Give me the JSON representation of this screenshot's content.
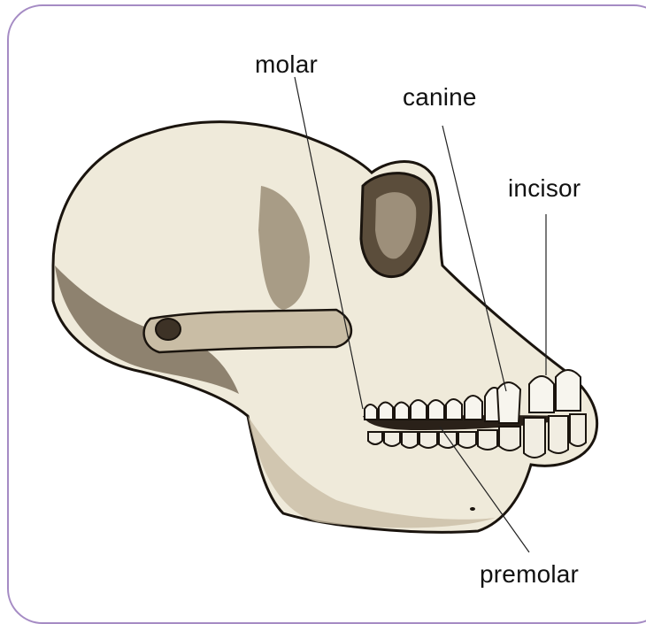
{
  "labels": {
    "molar": "molar",
    "canine": "canine",
    "incisor": "incisor",
    "premolar": "premolar"
  },
  "colors": {
    "frame": "#a58bc4",
    "bone_light": "#efeada",
    "bone_mid": "#c9bda5",
    "bone_dark": "#6e5f4b",
    "outline": "#1a140e",
    "tooth": "#f7f5ee"
  }
}
